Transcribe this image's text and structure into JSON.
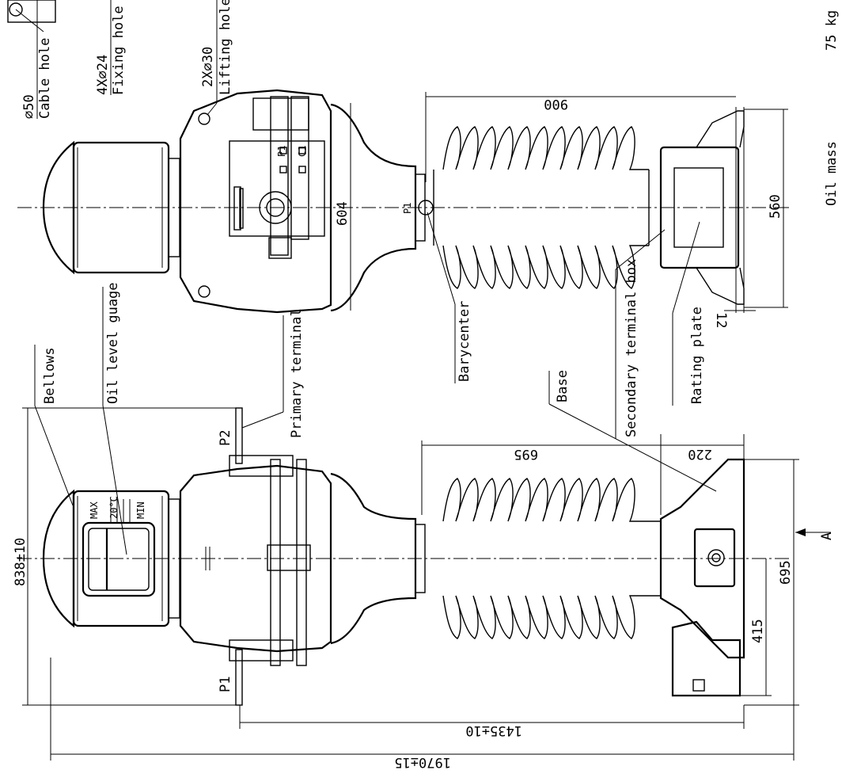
{
  "labels": {
    "cable_hole": "Cable hole",
    "cable_hole_size": "⌀50",
    "fixing_hole": "Fixing hole",
    "fixing_hole_size": "4X⌀24",
    "lifting_hole": "Lifting hole",
    "lifting_hole_size": "2X⌀30",
    "bellows": "Bellows",
    "oil_level_guage": "Oil level guage",
    "primary_terminal": "Primary terminal",
    "barycenter": "Barycenter",
    "base": "Base",
    "secondary_terminal_box": "Secondary terminal box",
    "rating_plate": "Rating plate",
    "oil_mass": "Oil mass",
    "oil_mass_value": "75 kg",
    "view_a": "A",
    "p1": "P1",
    "p2": "P2",
    "p1_top": "P1",
    "c1": "C1",
    "p1_bary": "P1",
    "gauge_max": "MAX",
    "gauge_20": "20°C",
    "gauge_min": "MIN"
  },
  "dimensions": {
    "d_900": "900",
    "d_604": "604",
    "d_560": "560",
    "d_12": "12",
    "d_695_top": "695",
    "d_220": "220",
    "d_695_right": "695",
    "d_415": "415",
    "d_838": "838±10",
    "d_1435": "1435±10",
    "d_1970": "1970±15"
  }
}
